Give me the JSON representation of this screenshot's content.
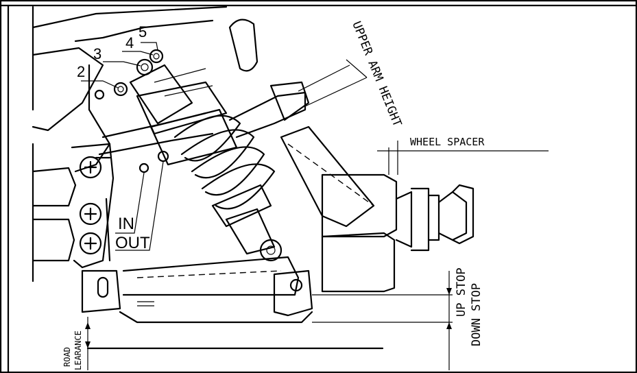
{
  "labels": {
    "upper_arm_height": "UPPER ARM HEIGHT",
    "wheel_spacer": "WHEEL SPACER",
    "up_stop": "UP STOP",
    "down_stop": "DOWN STOP",
    "road_clearance": "ROAD",
    "road_clearance_2": "LEARANCE",
    "in": "IN",
    "out": "OUT"
  },
  "hole_numbers": [
    "2",
    "3",
    "4",
    "5"
  ]
}
